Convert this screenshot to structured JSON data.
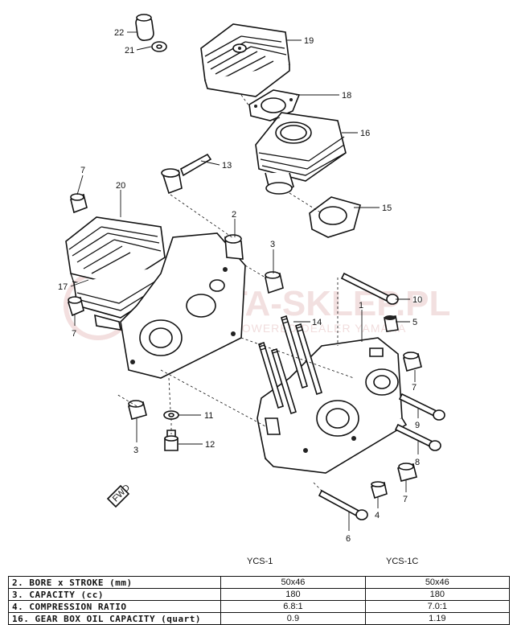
{
  "diagram": {
    "callouts": [
      {
        "id": "c22",
        "label": "22"
      },
      {
        "id": "c21",
        "label": "21"
      },
      {
        "id": "c19",
        "label": "19"
      },
      {
        "id": "c18",
        "label": "18"
      },
      {
        "id": "c16",
        "label": "16"
      },
      {
        "id": "c13",
        "label": "13"
      },
      {
        "id": "c15",
        "label": "15"
      },
      {
        "id": "c7a",
        "label": "7"
      },
      {
        "id": "c20",
        "label": "20"
      },
      {
        "id": "c2",
        "label": "2"
      },
      {
        "id": "c3a",
        "label": "3"
      },
      {
        "id": "c17",
        "label": "17"
      },
      {
        "id": "c10",
        "label": "10"
      },
      {
        "id": "c1",
        "label": "1"
      },
      {
        "id": "c14",
        "label": "14"
      },
      {
        "id": "c5",
        "label": "5"
      },
      {
        "id": "c7b",
        "label": "7"
      },
      {
        "id": "c7c",
        "label": "7"
      },
      {
        "id": "c11",
        "label": "11"
      },
      {
        "id": "c9",
        "label": "9"
      },
      {
        "id": "c12",
        "label": "12"
      },
      {
        "id": "c3b",
        "label": "3"
      },
      {
        "id": "c8",
        "label": "8"
      },
      {
        "id": "c7d",
        "label": "7"
      },
      {
        "id": "c4",
        "label": "4"
      },
      {
        "id": "c6",
        "label": "6"
      }
    ],
    "watermark": {
      "main": "MOTA-SKLEP.PL",
      "sub": "OFFICIAL POWERED DEALER YAMAHA"
    },
    "front_marker": "FWD"
  },
  "spec_table": {
    "headers": [
      "YCS-1",
      "YCS-1C"
    ],
    "rows": [
      {
        "label": "2. BORE x STROKE (mm)",
        "v1": "50x46",
        "v2": "50x46"
      },
      {
        "label": "3. CAPACITY (cc)",
        "v1": "180",
        "v2": "180"
      },
      {
        "label": "4. COMPRESSION RATIO",
        "v1": "6.8:1",
        "v2": "7.0:1"
      },
      {
        "label": "16. GEAR BOX OIL CAPACITY (quart)",
        "v1": "0.9",
        "v2": "1.19"
      }
    ]
  }
}
